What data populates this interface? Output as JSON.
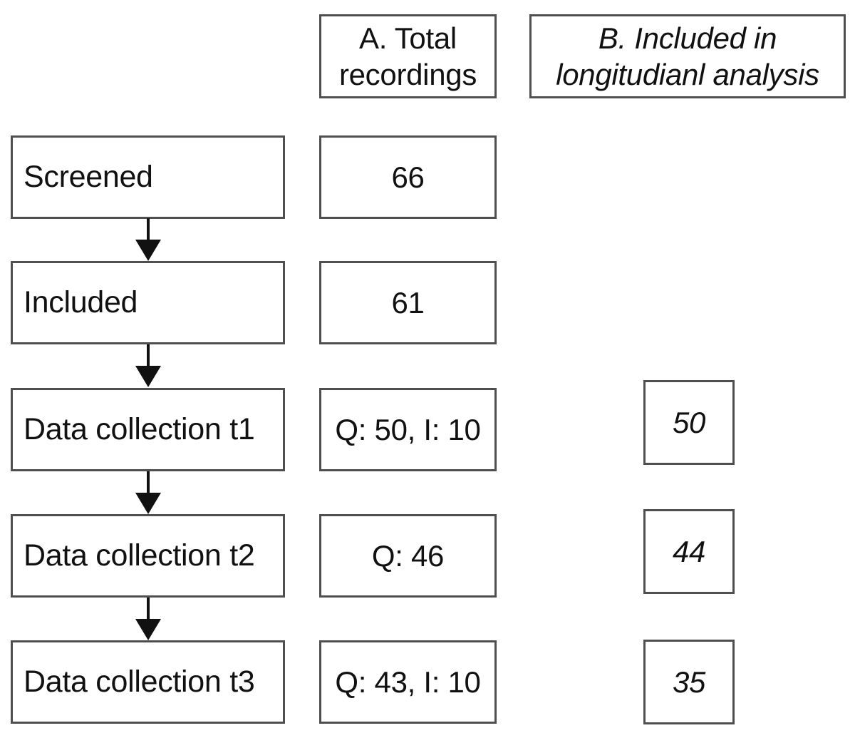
{
  "headers": {
    "col_a": {
      "line1": "A. Total",
      "line2": "recordings"
    },
    "col_b": {
      "line1": "B. Included in",
      "line2": "longitudianl analysis"
    }
  },
  "stages": [
    {
      "label": "Screened",
      "total": "66",
      "longitudinal": null
    },
    {
      "label": "Included",
      "total": "61",
      "longitudinal": null
    },
    {
      "label": "Data collection t1",
      "total": "Q: 50, I: 10",
      "longitudinal": "50"
    },
    {
      "label": "Data collection t2",
      "total": "Q: 46",
      "longitudinal": "44"
    },
    {
      "label": "Data collection t3",
      "total": "Q: 43, I: 10",
      "longitudinal": "35"
    }
  ],
  "colors": {
    "border": "#4f4f4f",
    "text": "#111111",
    "arrow": "#111111",
    "background": "#ffffff"
  }
}
